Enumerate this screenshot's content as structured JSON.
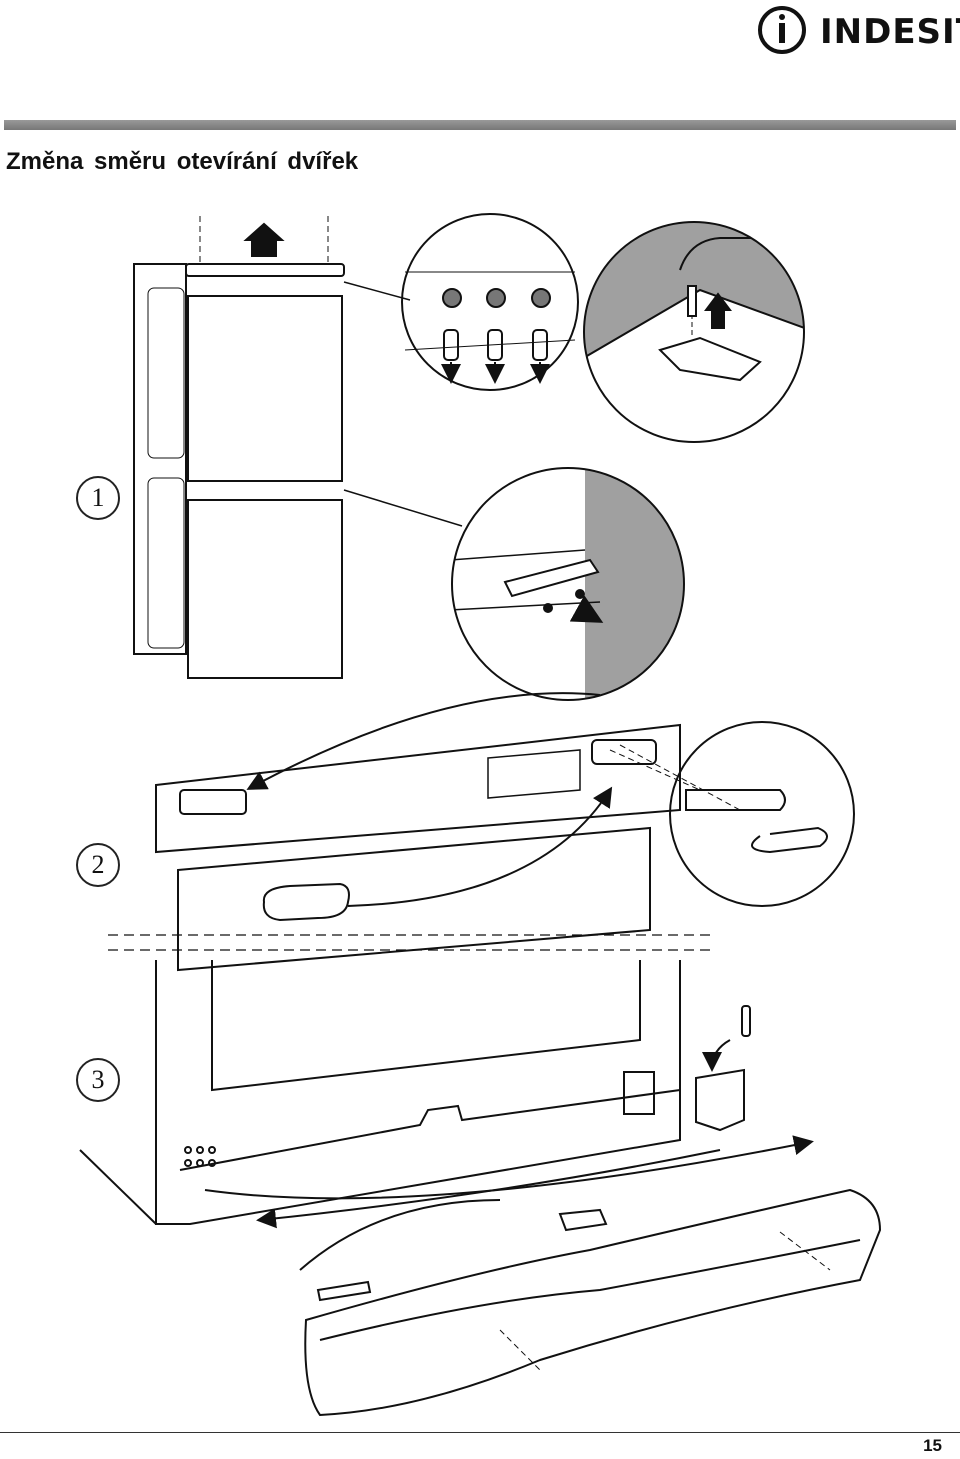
{
  "header": {
    "brand": "INDESIT"
  },
  "title": "Změna  směru  otevírání  dvířek",
  "steps": [
    "1",
    "2",
    "3"
  ],
  "footer": {
    "page_number": "15"
  },
  "colors": {
    "rule": "#888888",
    "panel_grey": "#a0a0a0",
    "ink": "#111111"
  }
}
